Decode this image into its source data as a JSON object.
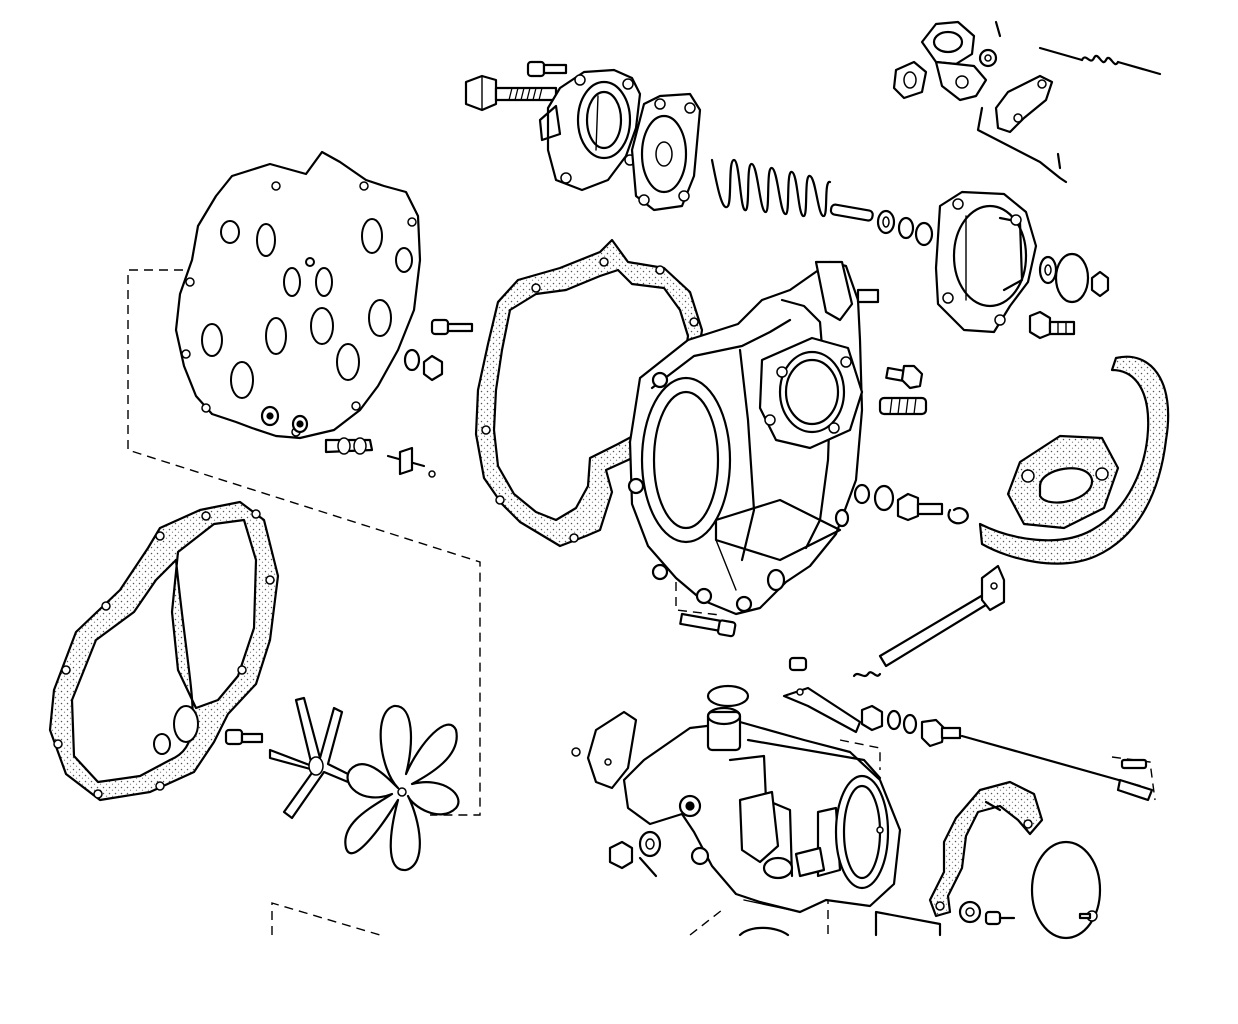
{
  "diagram": {
    "type": "exploded-parts-line-drawing",
    "parts": [
      "bolt",
      "small-screw",
      "pump-cover-upper",
      "diaphragm-upper",
      "spring",
      "link-assembly",
      "return-spring",
      "pump-body-right",
      "washer",
      "nut",
      "pipe-union",
      "spacer-plate",
      "gasket-middle",
      "carburettor-body-upper",
      "stud",
      "flange-gasket",
      "rubber-hose",
      "gasket-left",
      "spider-spring",
      "flower-diaphragm",
      "float-chamber-lid",
      "carburettor-body-lower",
      "throttle-spindle",
      "jet-needle",
      "small-disc",
      "float-bowl-clip",
      "jet-disc"
    ],
    "texts": []
  }
}
